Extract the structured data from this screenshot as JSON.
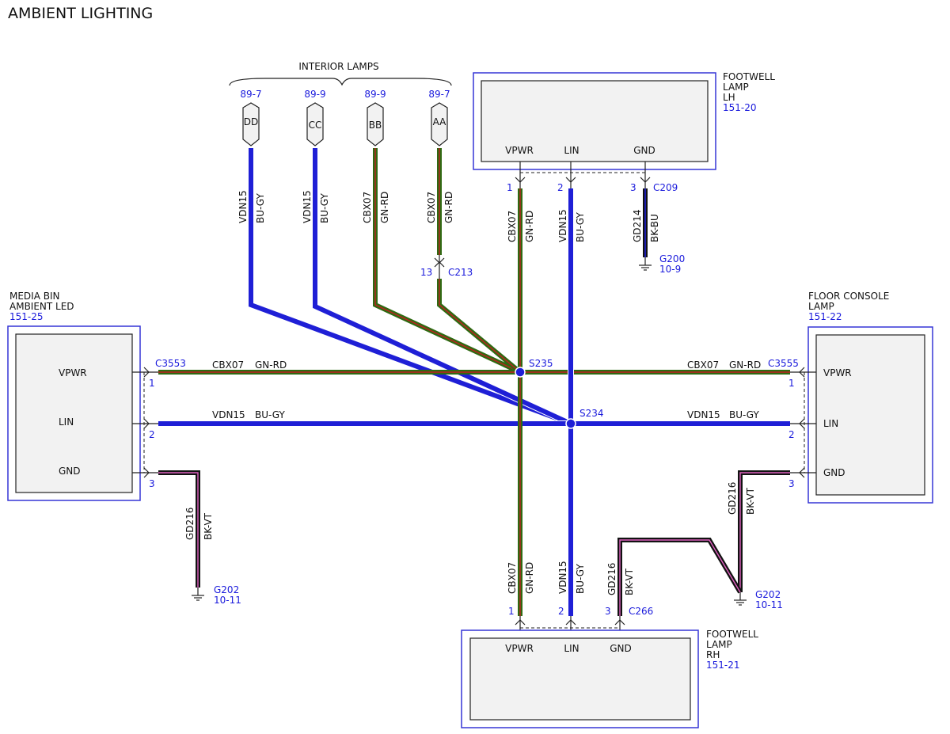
{
  "title": "AMBIENT LIGHTING",
  "colors": {
    "blue_wire": "#1f1fd6",
    "green_wire": "#2f6a12",
    "red_tracer": "#c02020",
    "dark_wire": "#121212",
    "pink_tracer": "#e060c0",
    "box_outline": "#3535d6",
    "ref_text": "#1a1adc"
  },
  "interior_lamps": {
    "label": "INTERIOR LAMPS",
    "connectors": [
      {
        "id": "DD",
        "ref": "89-7",
        "circuit": "VDN15",
        "wire": "BU-GY"
      },
      {
        "id": "CC",
        "ref": "89-9",
        "circuit": "VDN15",
        "wire": "BU-GY"
      },
      {
        "id": "BB",
        "ref": "89-9",
        "circuit": "CBX07",
        "wire": "GN-RD"
      },
      {
        "id": "AA",
        "ref": "89-7",
        "circuit": "CBX07",
        "wire": "GN-RD"
      }
    ],
    "inline": {
      "pin": "13",
      "connector": "C213"
    }
  },
  "components": {
    "footwell_lh": {
      "name_lines": [
        "FOOTWELL",
        "LAMP",
        "LH"
      ],
      "ref": "151-20",
      "connector": "C209",
      "pins": [
        {
          "label": "VPWR",
          "num": "1",
          "circuit": "CBX07",
          "wire": "GN-RD"
        },
        {
          "label": "LIN",
          "num": "2",
          "circuit": "VDN15",
          "wire": "BU-GY"
        },
        {
          "label": "GND",
          "num": "3",
          "circuit": "GD214",
          "wire": "BK-BU"
        }
      ],
      "ground": {
        "name": "G200",
        "ref": "10-9"
      }
    },
    "media_bin": {
      "name_lines": [
        "MEDIA BIN",
        "AMBIENT LED"
      ],
      "ref": "151-25",
      "connector": "C3553",
      "pins": [
        {
          "label": "VPWR",
          "num": "1",
          "circuit": "CBX07",
          "wire": "GN-RD"
        },
        {
          "label": "LIN",
          "num": "2",
          "circuit": "VDN15",
          "wire": "BU-GY"
        },
        {
          "label": "GND",
          "num": "3",
          "circuit": "GD216",
          "wire": "BK-VT"
        }
      ],
      "ground": {
        "name": "G202",
        "ref": "10-11"
      }
    },
    "floor_console": {
      "name_lines": [
        "FLOOR CONSOLE",
        "LAMP"
      ],
      "ref": "151-22",
      "connector": "C3555",
      "pins": [
        {
          "label": "VPWR",
          "num": "1",
          "circuit": "CBX07",
          "wire": "GN-RD"
        },
        {
          "label": "LIN",
          "num": "2",
          "circuit": "VDN15",
          "wire": "BU-GY"
        },
        {
          "label": "GND",
          "num": "3",
          "circuit": "GD216",
          "wire": "BK-VT"
        }
      ],
      "ground": {
        "name": "G202",
        "ref": "10-11"
      }
    },
    "footwell_rh": {
      "name_lines": [
        "FOOTWELL",
        "LAMP",
        "RH"
      ],
      "ref": "151-21",
      "connector": "C266",
      "pins": [
        {
          "label": "VPWR",
          "num": "1",
          "circuit": "CBX07",
          "wire": "GN-RD"
        },
        {
          "label": "LIN",
          "num": "2",
          "circuit": "VDN15",
          "wire": "BU-GY"
        },
        {
          "label": "GND",
          "num": "3",
          "circuit": "GD216",
          "wire": "BK-VT"
        }
      ]
    }
  },
  "splices": {
    "s235": "S235",
    "s234": "S234"
  }
}
